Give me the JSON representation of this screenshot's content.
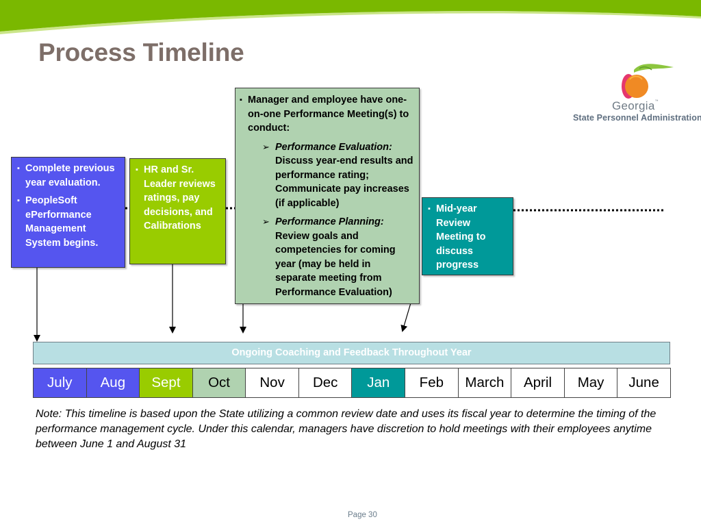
{
  "title": "Process Timeline",
  "logo": {
    "name": "Georgia",
    "trademark": "™",
    "subtitle": "State Personnel Administration"
  },
  "boxes": {
    "july": {
      "color": "#5555ef",
      "items": [
        "Complete previous year evaluation.",
        "PeopleSoft ePerformance Management System begins."
      ]
    },
    "sept": {
      "color": "#99cc00",
      "items": [
        "HR and Sr. Leader reviews ratings,   pay decisions, and Calibrations"
      ]
    },
    "oct": {
      "color": "#b0d2b0",
      "intro": "Manager and employee have one-on-one Performance Meeting(s) to conduct:",
      "sub1_head": "Performance Evaluation:",
      "sub1_body": "Discuss year-end results and performance rating; Communicate pay increases (if applicable)",
      "sub2_head": "Performance Planning:",
      "sub2_body": "Review goals and competencies for coming year (may be held in separate meeting from Performance Evaluation)"
    },
    "jan": {
      "color": "#009999",
      "items": [
        "Mid-year Review Meeting to discuss progress"
      ]
    }
  },
  "coaching_bar": "Ongoing Coaching and Feedback Throughout Year",
  "months": [
    {
      "label": "July",
      "bg": "#5555ef",
      "fg": "#ffffff"
    },
    {
      "label": "Aug",
      "bg": "#5555ef",
      "fg": "#ffffff"
    },
    {
      "label": "Sept",
      "bg": "#99cc00",
      "fg": "#ffffff"
    },
    {
      "label": "Oct",
      "bg": "#b0d2b0",
      "fg": "#000000"
    },
    {
      "label": "Nov",
      "bg": "#ffffff",
      "fg": "#000000"
    },
    {
      "label": "Dec",
      "bg": "#ffffff",
      "fg": "#000000"
    },
    {
      "label": "Jan",
      "bg": "#009999",
      "fg": "#ffffff"
    },
    {
      "label": "Feb",
      "bg": "#ffffff",
      "fg": "#000000"
    },
    {
      "label": "March",
      "bg": "#ffffff",
      "fg": "#000000"
    },
    {
      "label": "April",
      "bg": "#ffffff",
      "fg": "#000000"
    },
    {
      "label": "May",
      "bg": "#ffffff",
      "fg": "#000000"
    },
    {
      "label": "June",
      "bg": "#ffffff",
      "fg": "#000000"
    }
  ],
  "note": "Note: This timeline is based upon the State utilizing a common review date and uses its fiscal year to determine the timing of the performance management cycle.  Under this calendar, managers have discretion to hold meetings with their employees anytime between June 1 and August 31",
  "page": "Page 30",
  "colors": {
    "title": "#7d6e68",
    "swoosh": "#7ab800",
    "coaching_bar": "#b8dfe3"
  }
}
